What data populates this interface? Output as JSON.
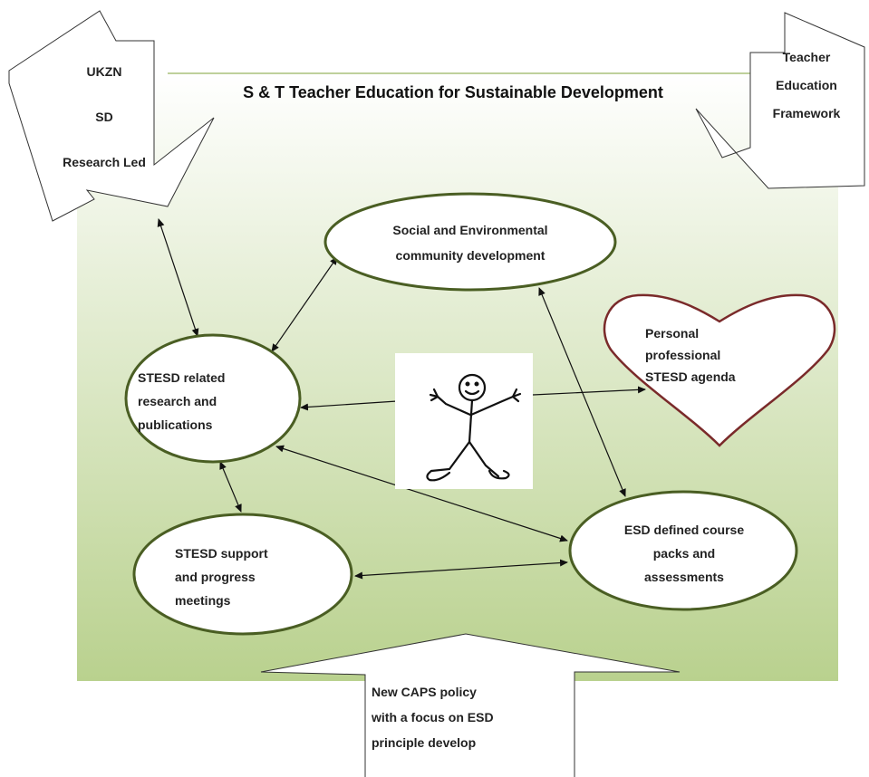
{
  "title": "S & T Teacher Education for Sustainable Development",
  "callouts": {
    "ukzn": [
      "UKZN",
      "SD",
      "Research Led"
    ],
    "framework": [
      "Teacher",
      "Education",
      "Framework"
    ],
    "caps": [
      "New CAPS policy",
      "with a focus on ESD",
      "principle develop"
    ]
  },
  "nodes": {
    "social": [
      "Social and Environmental",
      "community development"
    ],
    "research": [
      "STESD related",
      "research and",
      "publications"
    ],
    "support": [
      "STESD support",
      "and progress",
      "meetings"
    ],
    "course": [
      "ESD defined course",
      "packs and",
      "assessments"
    ],
    "personal": [
      "Personal",
      "professional",
      "STESD agenda"
    ]
  },
  "colors": {
    "node_border": "#4a5e23",
    "heart_border": "#7a2a2a",
    "panel_top": "#ffffff",
    "panel_bottom": "#b9d18e"
  }
}
